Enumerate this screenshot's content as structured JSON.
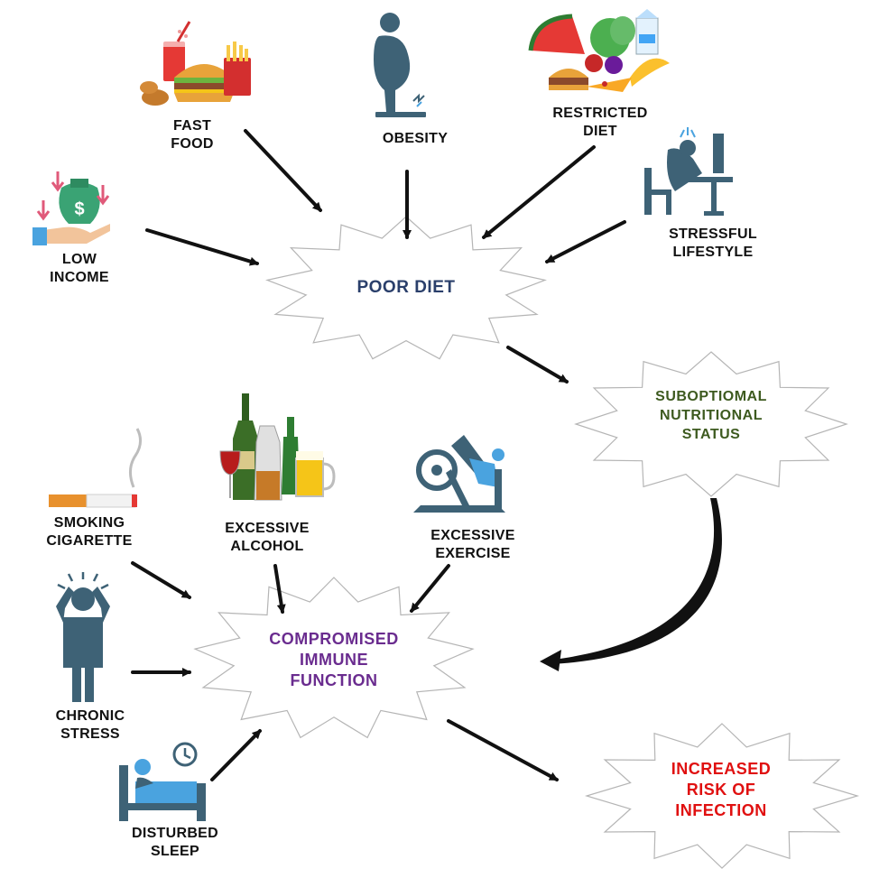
{
  "colors": {
    "icon": "#3e6276",
    "arrow": "#111111",
    "poor_diet": "#2a3f6b",
    "suboptimal": "#3d5a1f",
    "immune": "#6a2c8f",
    "risk": "#e01010",
    "burst_outline": "#b5b5b5"
  },
  "nodes": {
    "poor_diet": {
      "lines": [
        "POOR DIET"
      ]
    },
    "suboptimal": {
      "lines": [
        "SUBOPTIOMAL",
        "NUTRITIONAL",
        "STATUS"
      ]
    },
    "immune": {
      "lines": [
        "COMPROMISED",
        "IMMUNE",
        "FUNCTION"
      ]
    },
    "risk": {
      "lines": [
        "INCREASED",
        "RISK OF",
        "INFECTION"
      ]
    }
  },
  "factors": {
    "fast_food": {
      "lines": [
        "FAST",
        "FOOD"
      ],
      "icon": "fast-food-icon"
    },
    "obesity": {
      "lines": [
        "OBESITY"
      ],
      "icon": "obesity-icon"
    },
    "restricted_diet": {
      "lines": [
        "RESTRICTED",
        "DIET"
      ],
      "icon": "restricted-diet-icon"
    },
    "low_income": {
      "lines": [
        "LOW",
        "INCOME"
      ],
      "icon": "low-income-icon"
    },
    "stressful_lifestyle": {
      "lines": [
        "STRESSFUL",
        "LIFESTYLE"
      ],
      "icon": "stressful-lifestyle-icon"
    },
    "smoking": {
      "lines": [
        "SMOKING",
        "CIGARETTE"
      ],
      "icon": "cigarette-icon"
    },
    "alcohol": {
      "lines": [
        "EXCESSIVE",
        "ALCOHOL"
      ],
      "icon": "alcohol-icon"
    },
    "exercise": {
      "lines": [
        "EXCESSIVE",
        "EXERCISE"
      ],
      "icon": "exercise-icon"
    },
    "chronic_stress": {
      "lines": [
        "CHRONIC",
        "STRESS"
      ],
      "icon": "chronic-stress-icon"
    },
    "sleep": {
      "lines": [
        "DISTURBED",
        "SLEEP"
      ],
      "icon": "disturbed-sleep-icon"
    }
  }
}
